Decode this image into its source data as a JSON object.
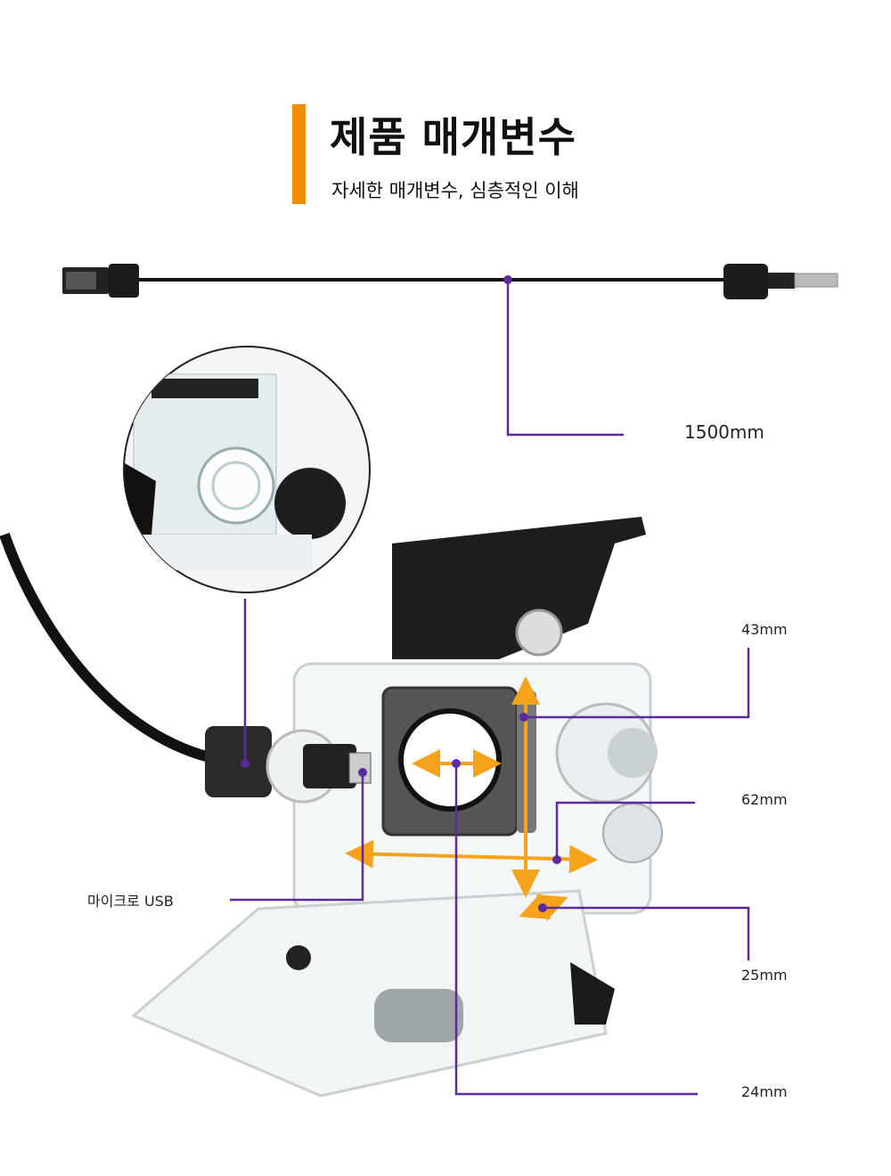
{
  "header": {
    "title": "제품 매개변수",
    "subtitle": "자세한 매개변수, 심층적인 이해"
  },
  "annotations": {
    "cable_length": "1500mm",
    "micro_usb": "마이크로 USB",
    "height": "43mm",
    "width": "62mm",
    "depth": "25mm",
    "lens_opening": "24mm"
  },
  "colors": {
    "accent_bar": "#f28c00",
    "leader_line": "#5b2a9e",
    "dimension_arrow": "#f7a21b"
  }
}
